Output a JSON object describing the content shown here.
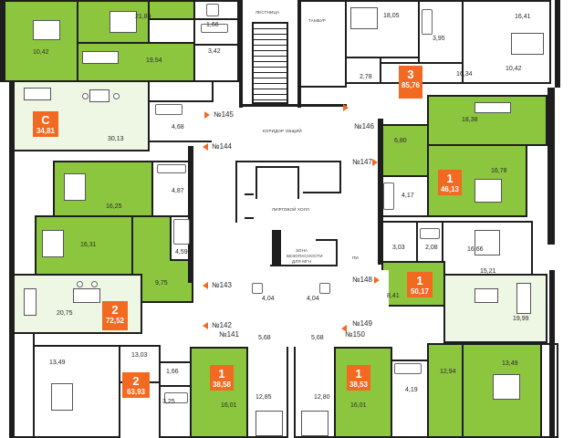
{
  "stairs_label": "ЛЕСТНИЦА",
  "vestibule_label": "ТАМБУР",
  "corridor_label": "КОРИДОР ОБЩИЙ",
  "lift_hall_label": "ЛИФТОВОЙ ХОЛЛ",
  "safe_zone_label": [
    "ЗОНА",
    "БЕЗОПАСНОСТИ",
    "ДЛЯ МГН"
  ],
  "pi_label": "ПИ",
  "apartment_numbers": [
    "№145",
    "№144",
    "№146",
    "№147",
    "№143",
    "№148",
    "№142",
    "№141",
    "№149",
    "№150"
  ],
  "badges": [
    {
      "rooms": "3",
      "area": "85,76"
    },
    {
      "rooms": "С",
      "area": "34,81"
    },
    {
      "rooms": "1",
      "area": "46,13"
    },
    {
      "rooms": "1",
      "area": "50,17"
    },
    {
      "rooms": "2",
      "area": "72,52"
    },
    {
      "rooms": "2",
      "area": "63,93"
    },
    {
      "rooms": "1",
      "area": "38,58"
    },
    {
      "rooms": "1",
      "area": "38,53"
    }
  ],
  "room_areas": [
    "10,42",
    "21,89",
    "1,66",
    "3,42",
    "19,54",
    "18,05",
    "3,95",
    "16,41",
    "2,78",
    "16,34",
    "10,42",
    "30,13",
    "4,68",
    "18,38",
    "6,80",
    "16,78",
    "4,17",
    "16,25",
    "4,87",
    "16,31",
    "4,59",
    "9,75",
    "3,03",
    "2,08",
    "16,66",
    "15,21",
    "20,75",
    "8,41",
    "19,99",
    "4,04",
    "4,04",
    "5,68",
    "5,68",
    "13,03",
    "13,49",
    "1,66",
    "3,25",
    "16,01",
    "12,85",
    "12,80",
    "16,01",
    "4,19",
    "12,94",
    "13,49"
  ]
}
